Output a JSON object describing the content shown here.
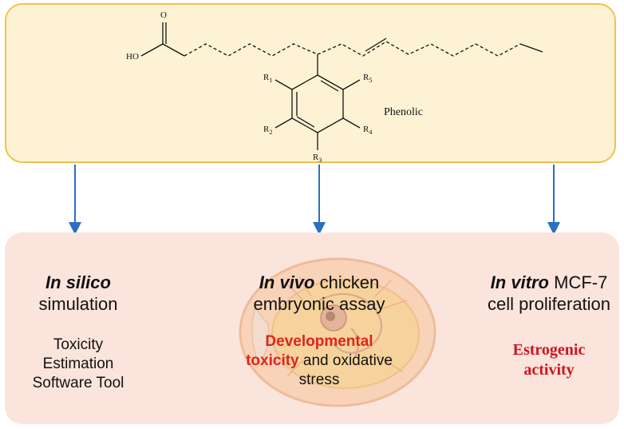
{
  "structure": {
    "acid_label": "HO",
    "oxygen_label": "O",
    "substituents": [
      "R",
      "R",
      "R",
      "R",
      "R"
    ],
    "substituent_numbers": [
      "1",
      "5",
      "2",
      "4",
      "3"
    ],
    "class_label": "Phenolic"
  },
  "arrow_color": "#2a6fc4",
  "approaches": {
    "in_silico": {
      "heading_italic": "In silico",
      "heading_rest": "simulation",
      "detail_lines": [
        "Toxicity",
        "Estimation",
        "Software Tool"
      ]
    },
    "in_vivo": {
      "heading_italic": "In vivo",
      "heading_rest": " chicken",
      "heading_line2": "embryonic assay",
      "detail_red1": "Developmental",
      "detail_red2": "toxicity",
      "detail_rest2": " and oxidative",
      "detail_line3": "stress"
    },
    "in_vitro": {
      "heading_italic": "In vitro",
      "heading_rest": " MCF-7",
      "heading_line2": "cell proliferation",
      "detail_lines": [
        "Estrogenic",
        "activity"
      ]
    }
  }
}
